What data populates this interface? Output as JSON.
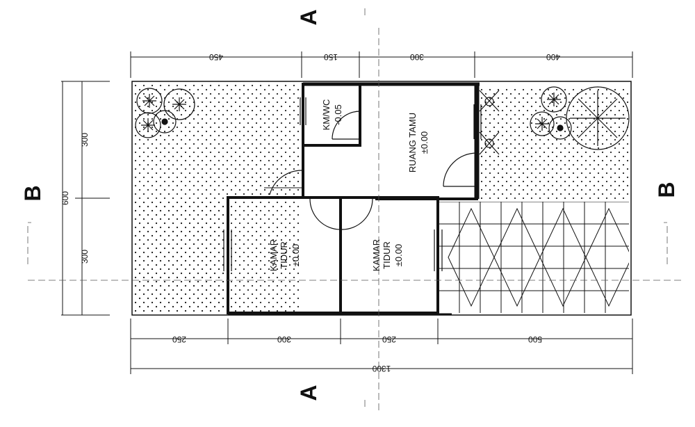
{
  "dimensions": {
    "top": [
      "450",
      "150",
      "300",
      "400"
    ],
    "bottom": [
      "250",
      "300",
      "250",
      "500"
    ],
    "total": "1300",
    "left": [
      "300",
      "300"
    ],
    "left_total": "600"
  },
  "rooms": {
    "km_wc": {
      "name": "KM/WC",
      "level": "-0.05"
    },
    "ruang_tamu": {
      "name": "RUANG TAMU",
      "level": "±0.00"
    },
    "kamar_tidur_1": {
      "line1": "KAMAR",
      "line2": "TIDUR",
      "level": "±0.00"
    },
    "kamar_tidur_2": {
      "line1": "KAMAR",
      "line2": "TIDUR",
      "level": "±0.00"
    }
  },
  "section_markers": {
    "a_top": "A",
    "a_bottom": "A",
    "b_left": "B",
    "b_right": "B"
  },
  "colors": {
    "line": "#111111",
    "background": "#ffffff"
  }
}
